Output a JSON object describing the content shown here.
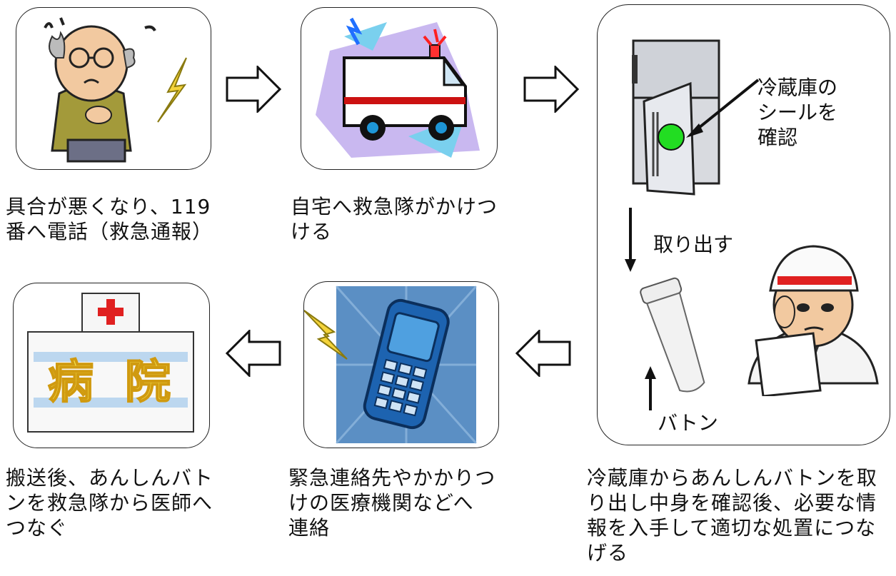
{
  "steps": [
    {
      "caption": "具合が悪くなり、119\n番へ電話（救急通報）"
    },
    {
      "caption": "自宅へ救急隊がかけつ\nける"
    },
    {
      "caption": "冷蔵庫からあんしんバトンを取\nり出し中身を確認後、必要な情\n報を入手して適切な処置につな\nげる"
    },
    {
      "caption": "緊急連絡先やかかりつ\nけの医療機関などへ\n連絡"
    },
    {
      "caption": "搬送後、あんしんバト\nンを救急隊から医師へ\nつなぐ"
    }
  ],
  "fridge_panel": {
    "seal_label": "冷蔵庫の\nシールを\n確認",
    "take_out_label": "取り出す",
    "baton_label": "バトン"
  },
  "hospital_sign": {
    "left": "病",
    "right": "院"
  },
  "colors": {
    "seal_green": "#22dd22",
    "cross_red": "#e02020",
    "phone_bg": "#5b8fc4",
    "ambulance_stripe": "#cc1111"
  }
}
